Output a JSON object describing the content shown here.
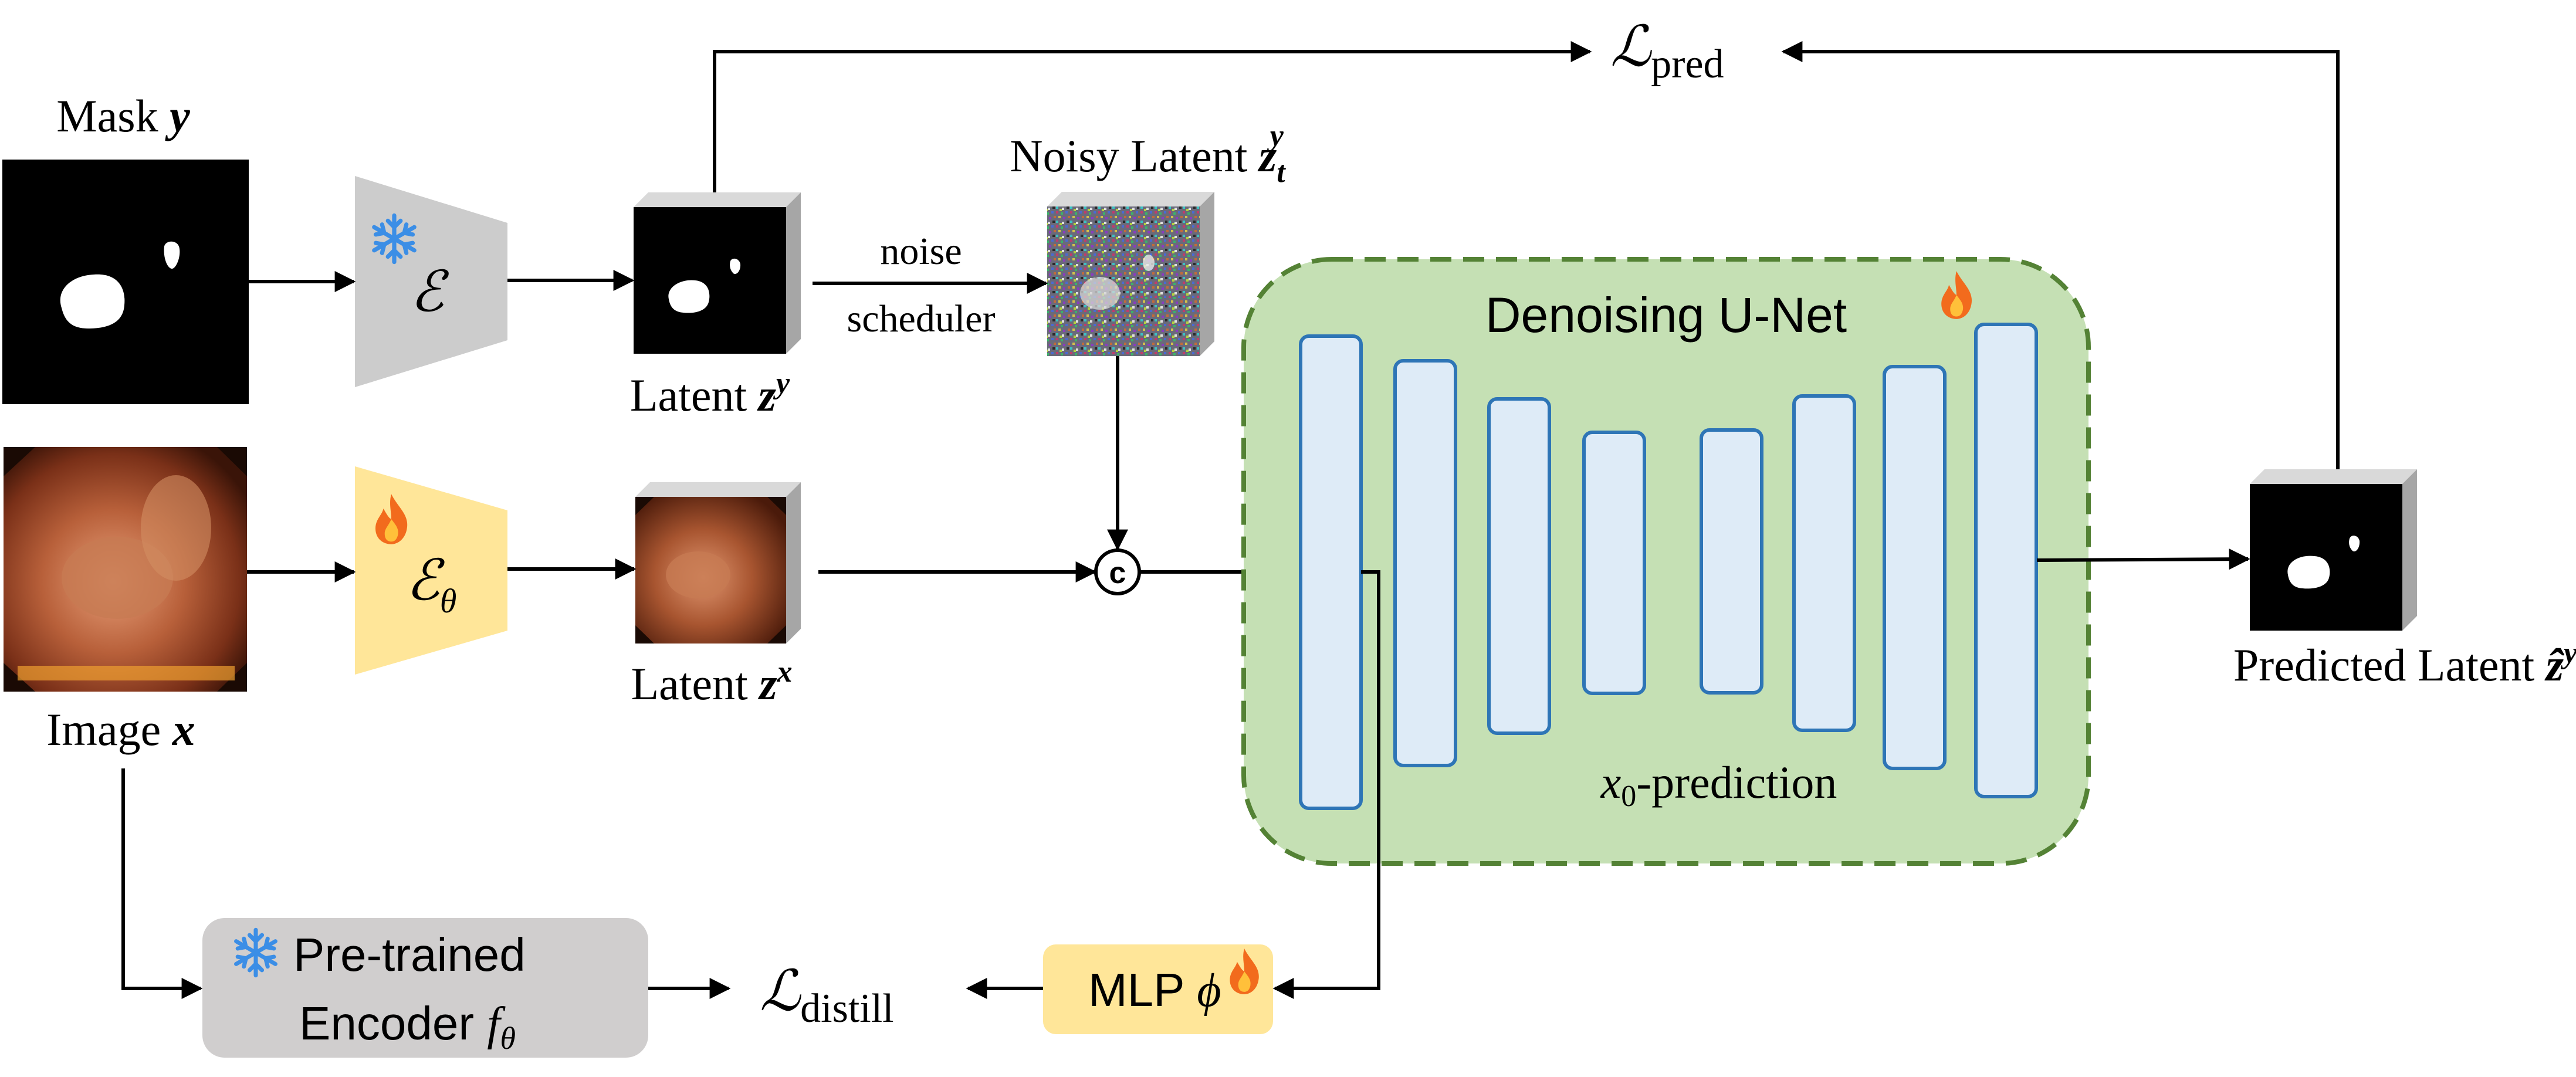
{
  "labels": {
    "mask": "Mask",
    "mask_var": "y",
    "image": "Image",
    "image_var": "x",
    "latent_y": "Latent",
    "latent_y_var": "z",
    "latent_y_sup": "y",
    "latent_x": "Latent",
    "latent_x_var": "z",
    "latent_x_sup": "x",
    "noisy_latent": "Noisy Latent",
    "noisy_var": "z",
    "noisy_sub": "t",
    "noisy_sup": "y",
    "noise_line1": "noise",
    "noise_line2": "scheduler",
    "unet_title": "Denoising U-Net",
    "x0_var": "x",
    "x0_sub": "0",
    "x0_text": "-prediction",
    "predicted_latent": "Predicted Latent",
    "predicted_var": "ẑ",
    "predicted_sup": "y",
    "loss_pred_L": "ℒ",
    "loss_pred_sub": "pred",
    "loss_distill_L": "ℒ",
    "loss_distill_sub": "distill",
    "encoder_frozen_symbol": "ℰ",
    "encoder_trainable_symbol": "ℰ",
    "encoder_trainable_sub": "θ",
    "concat_symbol": "c",
    "pretrained_line1": "Pre-trained",
    "pretrained_line2": "Encoder",
    "pretrained_f": "f",
    "pretrained_sub": "θ",
    "mlp_text": "MLP",
    "mlp_phi": "ϕ"
  },
  "icons": {
    "frozen": "snowflake-icon",
    "trainable": "flame-icon"
  },
  "colors": {
    "frozen_encoder": "#cccccc",
    "trainable_encoder": "#ffe699",
    "unet_fill": "#c5e0b4",
    "unet_border": "#548235",
    "unet_block_fill": "#deebf7",
    "unet_block_border": "#2e75b6",
    "pretrained_box": "#d0cece",
    "mlp_box": "#ffe699",
    "snowflake": "#3b8ee6",
    "flame": "#f26b1d"
  }
}
